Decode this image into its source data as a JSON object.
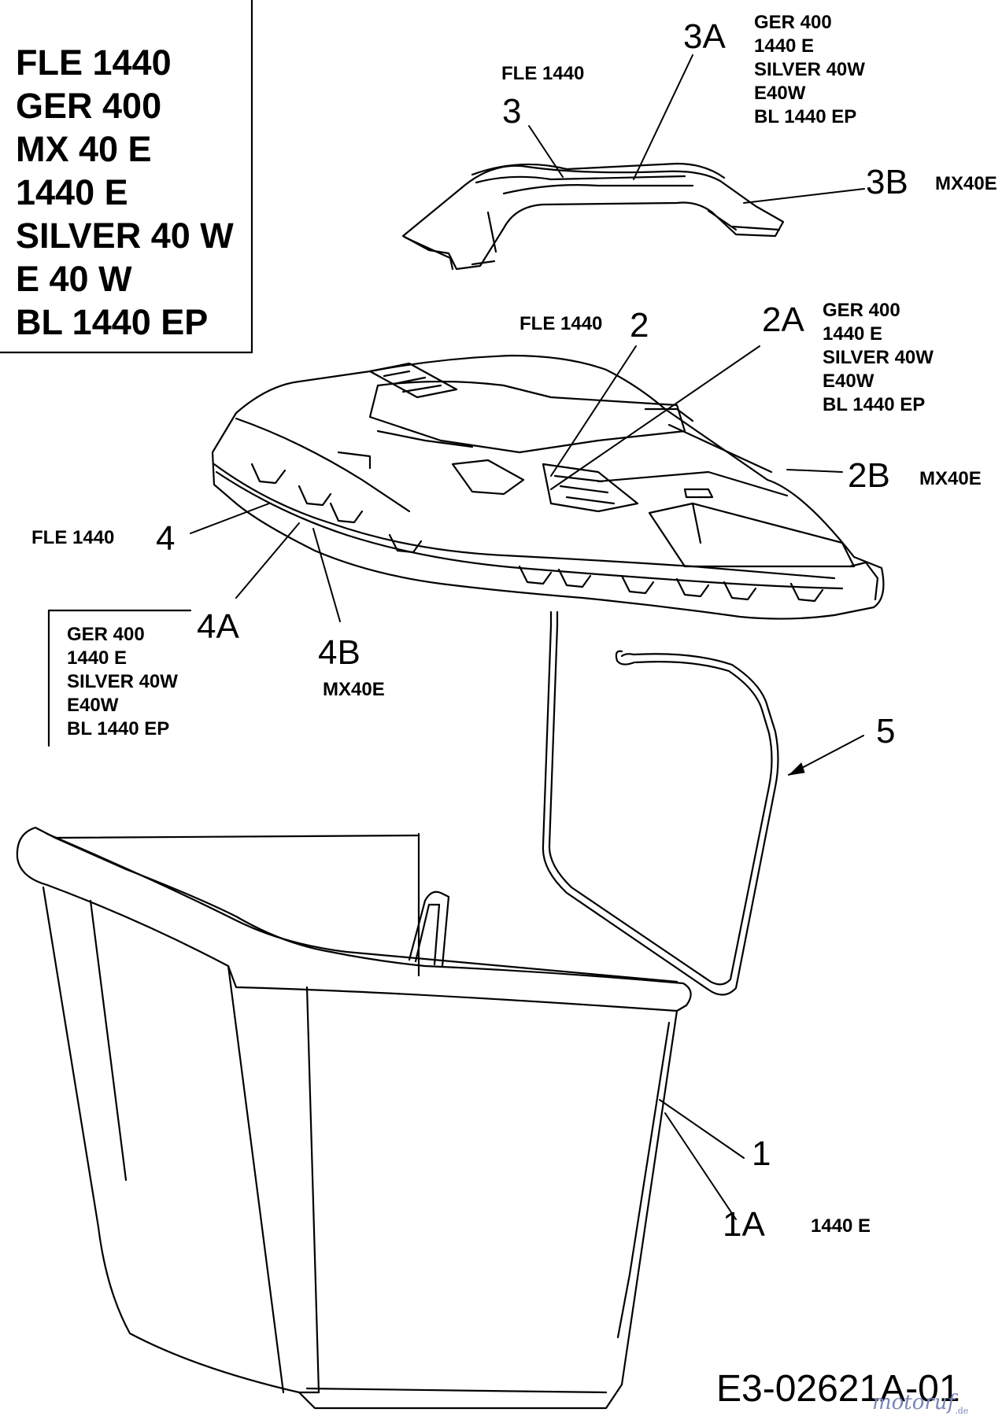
{
  "models": [
    "FLE 1440",
    "GER 400",
    "MX 40 E",
    "1440 E",
    "SILVER 40 W",
    "E 40 W",
    "BL 1440 EP"
  ],
  "callouts": {
    "c3": {
      "num": "3",
      "model": "FLE 1440"
    },
    "c3a": {
      "num": "3A",
      "models": [
        "GER 400",
        "1440 E",
        "SILVER 40W",
        "E40W",
        "BL 1440 EP"
      ]
    },
    "c3b": {
      "num": "3B",
      "model": "MX40E"
    },
    "c2": {
      "num": "2",
      "model": "FLE 1440"
    },
    "c2a": {
      "num": "2A",
      "models": [
        "GER 400",
        "1440 E",
        "SILVER 40W",
        "E40W",
        "BL 1440 EP"
      ]
    },
    "c2b": {
      "num": "2B",
      "model": "MX40E"
    },
    "c4": {
      "num": "4",
      "model": "FLE 1440"
    },
    "c4a": {
      "num": "4A",
      "models": [
        "GER 400",
        "1440 E",
        "SILVER 40W",
        "E40W",
        "BL 1440 EP"
      ]
    },
    "c4b": {
      "num": "4B",
      "model": "MX40E"
    },
    "c5": {
      "num": "5"
    },
    "c1": {
      "num": "1"
    },
    "c1a": {
      "num": "1A",
      "model": "1440 E"
    }
  },
  "drawing_code": "E3-02621A-01",
  "watermark": {
    "text": "motoruf",
    "suffix": ".de",
    "color": "#7a86b8"
  }
}
